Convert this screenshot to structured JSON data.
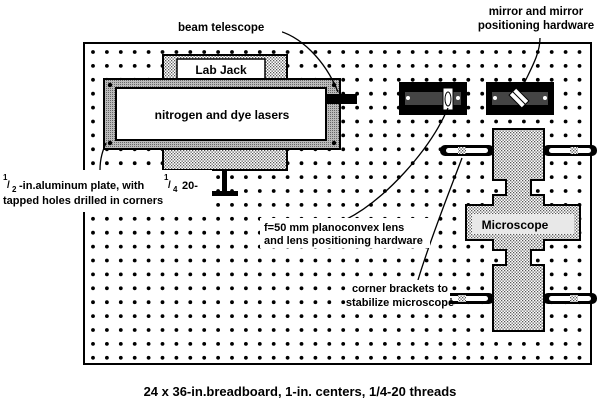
{
  "labels": {
    "beam_telescope": "beam telescope",
    "mirror_line1": "mirror and mirror",
    "mirror_line2": "positioning hardware",
    "lab_jack": "Lab Jack",
    "lasers": "nitrogen and dye lasers",
    "plate_line1_num": "1",
    "plate_line1_den": "2",
    "plate_line1_a": "-in.aluminum plate, with",
    "plate_line1_num2": "1",
    "plate_line1_den2": "4",
    "plate_line1_b": "20-",
    "plate_line2": "tapped holes drilled in corners",
    "lens_line1": "f=50 mm planoconvex lens",
    "lens_line2": "and lens positioning hardware",
    "microscope": "Microscope",
    "brackets_line1": "corner brackets to",
    "brackets_line2": "stabilize microscope",
    "caption": "24 x 36-in.breadboard, 1-in. centers, 1/4-20 threads"
  },
  "colors": {
    "ink": "#000000",
    "paper": "#ffffff",
    "stipple": "#c8c8c8"
  }
}
